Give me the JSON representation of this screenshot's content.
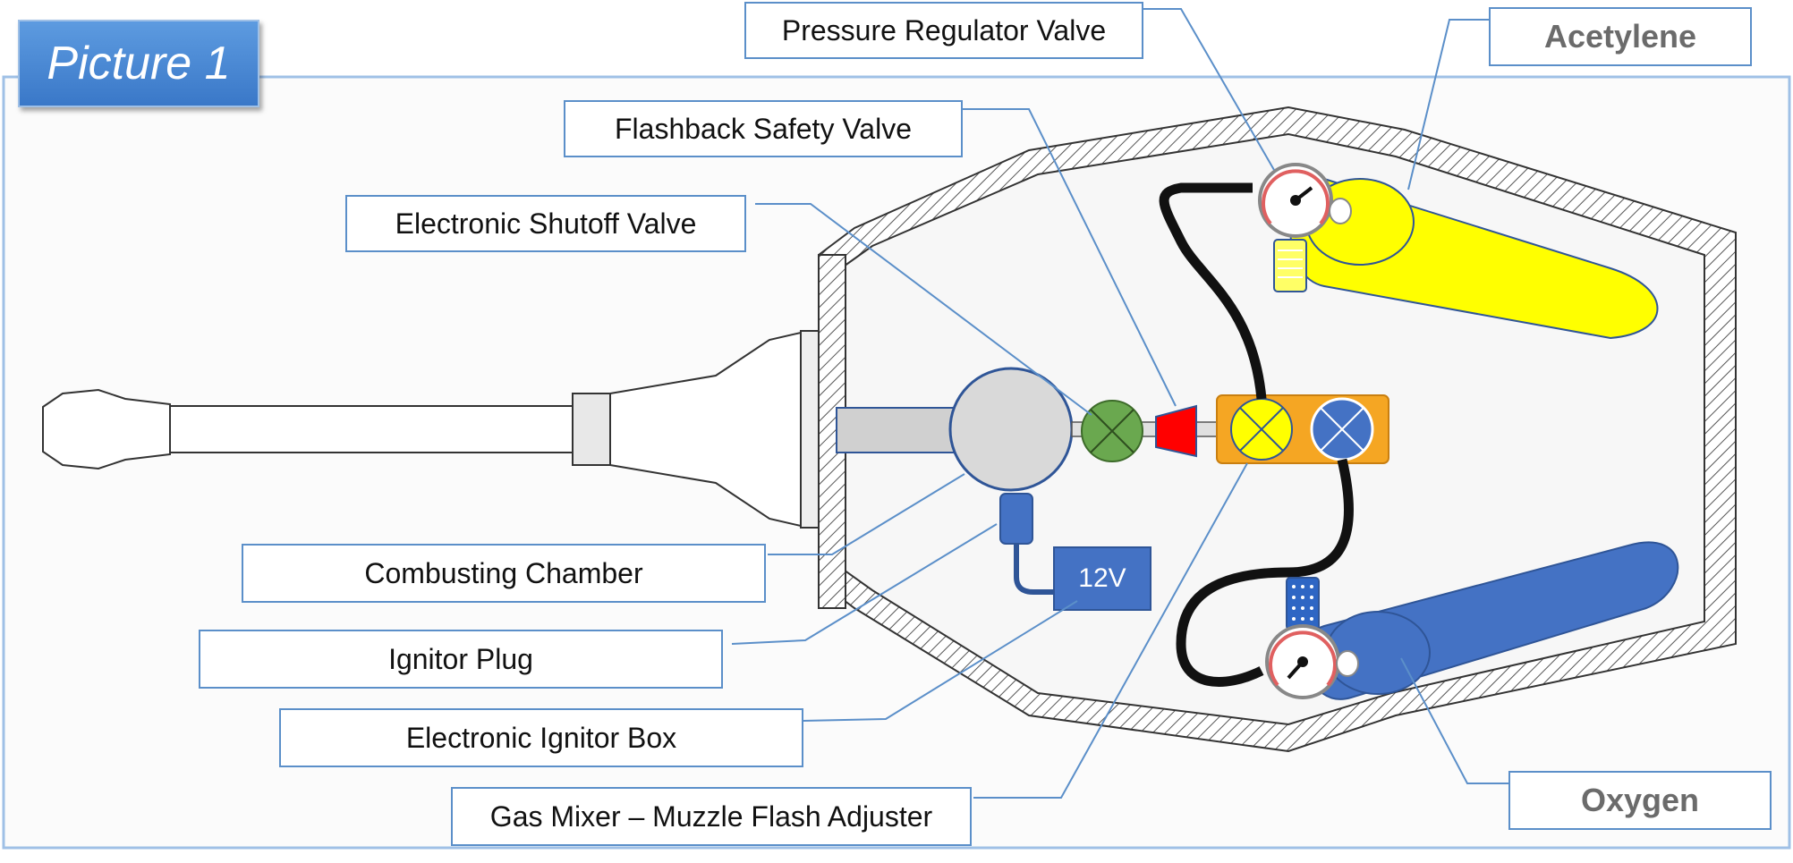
{
  "title": "Picture 1",
  "labels": {
    "pressure_regulator_valve": "Pressure Regulator Valve",
    "flashback_safety_valve": "Flashback Safety Valve",
    "electronic_shutoff_valve": "Electronic Shutoff Valve",
    "combusting_chamber": "Combusting Chamber",
    "ignitor_plug": "Ignitor Plug",
    "electronic_ignitor_box": "Electronic Ignitor Box",
    "gas_mixer": "Gas Mixer – Muzzle Flash Adjuster",
    "acetylene": "Acetylene",
    "oxygen": "Oxygen",
    "battery": "12V"
  },
  "colors": {
    "acetylene_tank": "#ffff00",
    "oxygen_tank": "#4472c4",
    "mixer_box": "#f5a623",
    "shutoff_valve": "#6aa84f",
    "flashback_valve": "#ff0000",
    "chamber": "#d9d9d9",
    "battery_box": "#4472c4",
    "callout_line": "#5b8fc9"
  }
}
